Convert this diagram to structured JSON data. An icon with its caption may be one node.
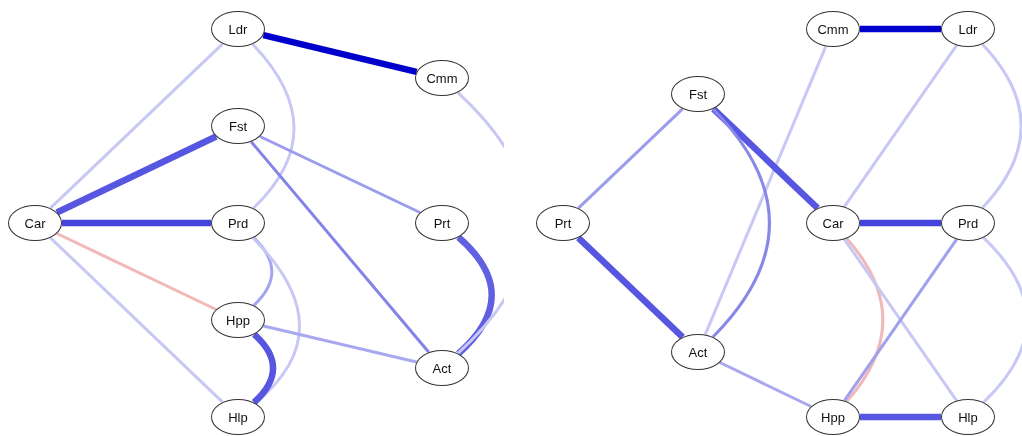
{
  "diagram": {
    "nodes": [
      {
        "text": [
          "Ldr"
        ]
      },
      {
        "text": [
          "Cmm"
        ]
      },
      {
        "text": [
          "Fst"
        ]
      },
      {
        "text": [
          "Car"
        ]
      },
      {
        "text": [
          "Prd"
        ]
      },
      {
        "text": [
          "Prt"
        ]
      },
      {
        "text": [
          "Hpp"
        ]
      },
      {
        "text": [
          "Act"
        ]
      },
      {
        "text": [
          "Hlp"
        ]
      },
      {
        "text": [
          "Cmm"
        ]
      },
      {
        "text": [
          "Ldr"
        ]
      },
      {
        "text": [
          "Fst"
        ]
      },
      {
        "text": [
          "Prt"
        ]
      },
      {
        "text": [
          "Car"
        ]
      },
      {
        "text": [
          "Prd"
        ]
      },
      {
        "text": [
          "Act"
        ]
      },
      {
        "text": [
          "Hpp"
        ]
      },
      {
        "text": [
          "Hlp"
        ]
      }
    ],
    "edges": [
      {
        "from": 0,
        "to": 1,
        "arrow": "none",
        "style": "thick",
        "color": "#0000cc"
      },
      {
        "from": 3,
        "to": 0,
        "arrow": "none",
        "color": "#c8c8f5"
      },
      {
        "from": 3,
        "to": 2,
        "arrow": "none",
        "style": "thick",
        "color": "#5656e0"
      },
      {
        "from": 3,
        "to": 4,
        "arrow": "none",
        "style": "thick",
        "color": "#4444dd"
      },
      {
        "from": 3,
        "to": 6,
        "arrow": "none",
        "color": "#f0b8b8"
      },
      {
        "from": 3,
        "to": 8,
        "arrow": "none",
        "color": "#c8c8f5"
      },
      {
        "from": 0,
        "to": 4,
        "arrow": "none",
        "color": "#c8c8f5"
      },
      {
        "from": 2,
        "to": 5,
        "arrow": "none",
        "color": "#9c9cee"
      },
      {
        "from": 2,
        "to": 7,
        "arrow": "none",
        "color": "#8484e8"
      },
      {
        "from": 4,
        "to": 6,
        "arrow": "none",
        "color": "#a4a4f0"
      },
      {
        "from": 4,
        "to": 8,
        "arrow": "none",
        "color": "#c8c8f5"
      },
      {
        "from": 6,
        "to": 8,
        "arrow": "none",
        "style": "thick",
        "color": "#5656e0"
      },
      {
        "from": 6,
        "to": 7,
        "arrow": "none",
        "color": "#a8a8f0"
      },
      {
        "from": 5,
        "to": 7,
        "arrow": "none",
        "style": "thick",
        "color": "#6060e0"
      },
      {
        "from": 1,
        "to": 7,
        "arrow": "none",
        "color": "#c8c8f5"
      },
      {
        "from": 9,
        "to": 10,
        "arrow": "none",
        "style": "thick",
        "color": "#0000cc"
      },
      {
        "from": 9,
        "to": 15,
        "arrow": "none",
        "color": "#c8c8f5"
      },
      {
        "from": 10,
        "to": 13,
        "arrow": "none",
        "color": "#c8c8f5"
      },
      {
        "from": 10,
        "to": 14,
        "arrow": "none",
        "color": "#c8c8f5"
      },
      {
        "from": 11,
        "to": 12,
        "arrow": "none",
        "color": "#9c9cee"
      },
      {
        "from": 11,
        "to": 13,
        "arrow": "none",
        "style": "thick",
        "color": "#5656e0"
      },
      {
        "from": 11,
        "to": 15,
        "arrow": "none",
        "color": "#8888e8"
      },
      {
        "from": 12,
        "to": 15,
        "arrow": "none",
        "style": "thick",
        "color": "#5656e0"
      },
      {
        "from": 13,
        "to": 14,
        "arrow": "none",
        "style": "thick",
        "color": "#4444dd"
      },
      {
        "from": 13,
        "to": 16,
        "arrow": "none",
        "color": "#f0b8b8"
      },
      {
        "from": 13,
        "to": 17,
        "arrow": "none",
        "color": "#c8c8f5"
      },
      {
        "from": 14,
        "to": 16,
        "arrow": "none",
        "color": "#a0a0ee"
      },
      {
        "from": 14,
        "to": 17,
        "arrow": "none",
        "color": "#c8c8f5"
      },
      {
        "from": 15,
        "to": 16,
        "arrow": "none",
        "color": "#a8a8f0"
      },
      {
        "from": 16,
        "to": 17,
        "arrow": "none",
        "style": "thick",
        "color": "#5656e0"
      }
    ]
  }
}
